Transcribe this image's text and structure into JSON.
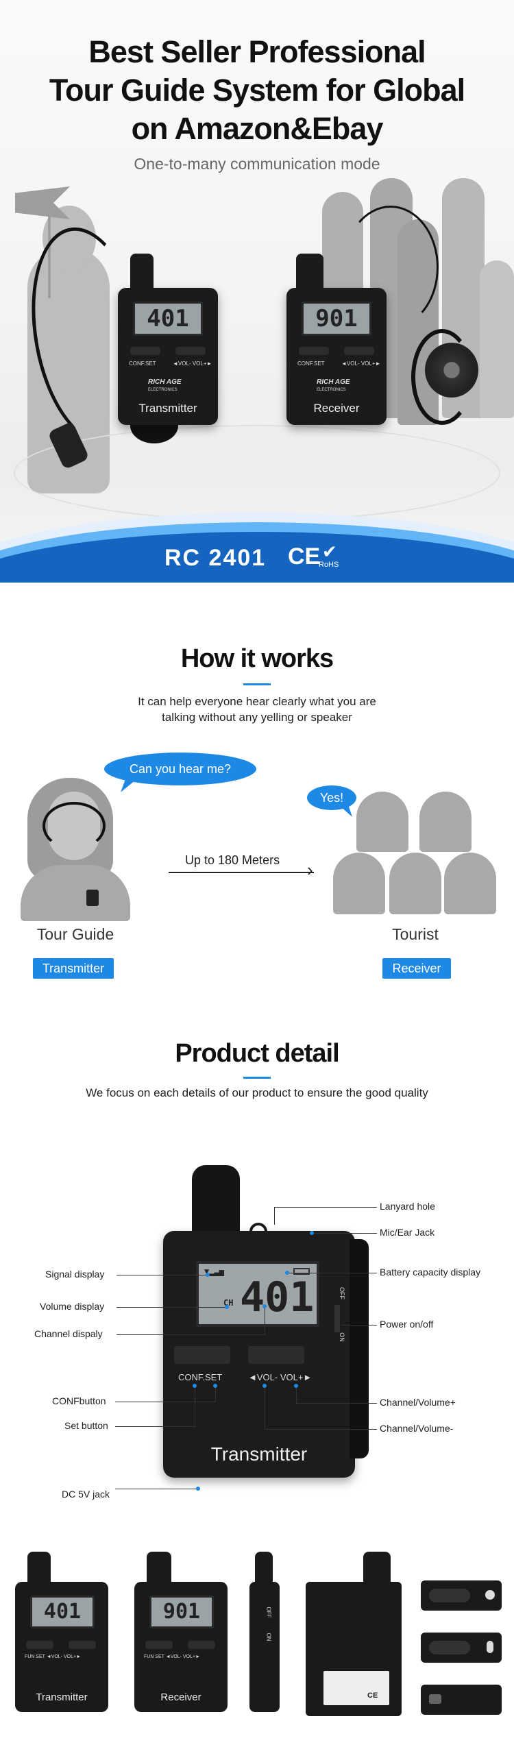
{
  "hero": {
    "title_line1": "Best Seller Professional",
    "title_line2": "Tour Guide System for Global",
    "title_line3": "on Amazon&Ebay",
    "subtitle": "One-to-many communication  mode",
    "transmitter": {
      "lcd": "401",
      "conf": "CONF.SET",
      "vol": "◄VOL-   VOL+►",
      "brand": "RICH AGE",
      "brand_sub": "ELECTRONICS",
      "name": "Transmitter"
    },
    "receiver": {
      "lcd": "901",
      "conf": "CONF.SET",
      "vol": "◄VOL-   VOL+►",
      "brand": "RICH AGE",
      "brand_sub": "ELECTRONICS",
      "name": "Receiver"
    },
    "banner_model": "RC 2401",
    "ce_mark": "CE",
    "rohs_mark": "RoHS",
    "colors": {
      "banner_blue": "#1565c0",
      "accent": "#1e88e5"
    }
  },
  "how": {
    "title": "How it works",
    "desc_line1": "It can help everyone hear clearly what you are",
    "desc_line2": "talking without any yelling or speaker",
    "bubble_guide": "Can you hear me?",
    "bubble_tourist": "Yes!",
    "distance": "Up to 180 Meters",
    "guide_label": "Tour Guide",
    "tourist_label": "Tourist",
    "guide_chip": "Transmitter",
    "tourist_chip": "Receiver"
  },
  "detail": {
    "title": "Product detail",
    "desc": "We focus on each details of our product to ensure the good quality",
    "device": {
      "lcd": "401",
      "ch": "CH",
      "conf": "CONF.SET",
      "vol": "◄VOL-   VOL+►",
      "name": "Transmitter",
      "off": "OFF",
      "on": "ON"
    },
    "callouts_left": [
      "Signal display",
      "Volume display",
      "Channel dispaly",
      "CONFbutton",
      "Set button",
      "DC 5V jack"
    ],
    "callouts_right": [
      "Lanyard hole",
      "Mic/Ear Jack",
      "Battery capacity display",
      "Power on/off",
      "Channel/Volume+",
      "Channel/Volume-"
    ]
  },
  "thumbs": {
    "t1": {
      "lcd": "401",
      "keys": "FUN  SET       ◄VOL-  VOL+►",
      "name": "Transmitter"
    },
    "t2": {
      "lcd": "901",
      "keys": "FUN  SET       ◄VOL-  VOL+►",
      "name": "Receiver"
    },
    "side_off": "OFF",
    "side_on": "ON",
    "back_ce": "CE"
  }
}
